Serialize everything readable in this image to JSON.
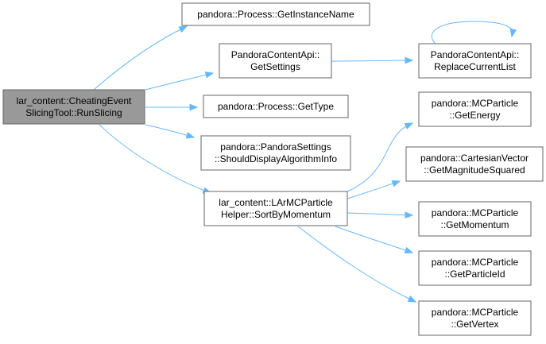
{
  "colors": {
    "edge": "#63b8ff",
    "node_border": "#666666",
    "root_fill": "#999999",
    "node_fill": "#ffffff"
  },
  "nodes": [
    {
      "id": "root",
      "lines": [
        "lar_content::CheatingEvent",
        "SlicingTool::RunSlicing"
      ],
      "root": true,
      "link": false
    },
    {
      "id": "getinstancename",
      "lines": [
        "pandora::Process::GetInstanceName"
      ],
      "link": true
    },
    {
      "id": "getsettings",
      "lines": [
        "PandoraContentApi::",
        "GetSettings"
      ],
      "link": true
    },
    {
      "id": "replacecurrentlist",
      "lines": [
        "PandoraContentApi::",
        "ReplaceCurrentList"
      ],
      "link": true
    },
    {
      "id": "gettype",
      "lines": [
        "pandora::Process::GetType"
      ],
      "link": true
    },
    {
      "id": "shoulddisplay",
      "lines": [
        "pandora::PandoraSettings",
        "::ShouldDisplayAlgorithmInfo"
      ],
      "link": true
    },
    {
      "id": "sortbymomentum",
      "lines": [
        "lar_content::LArMCParticle",
        "Helper::SortByMomentum"
      ],
      "link": true
    },
    {
      "id": "getenergy",
      "lines": [
        "pandora::MCParticle",
        "::GetEnergy"
      ],
      "link": true
    },
    {
      "id": "getmagsq",
      "lines": [
        "pandora::CartesianVector",
        "::GetMagnitudeSquared"
      ],
      "link": true
    },
    {
      "id": "getmomentum",
      "lines": [
        "pandora::MCParticle",
        "::GetMomentum"
      ],
      "link": true
    },
    {
      "id": "getparticleid",
      "lines": [
        "pandora::MCParticle",
        "::GetParticleId"
      ],
      "link": true
    },
    {
      "id": "getvertex",
      "lines": [
        "pandora::MCParticle",
        "::GetVertex"
      ],
      "link": true
    }
  ],
  "edges": [
    {
      "from": "root",
      "to": "getinstancename"
    },
    {
      "from": "root",
      "to": "getsettings"
    },
    {
      "from": "root",
      "to": "gettype"
    },
    {
      "from": "root",
      "to": "shoulddisplay"
    },
    {
      "from": "root",
      "to": "sortbymomentum"
    },
    {
      "from": "getsettings",
      "to": "replacecurrentlist"
    },
    {
      "from": "replacecurrentlist",
      "to": "replacecurrentlist"
    },
    {
      "from": "sortbymomentum",
      "to": "getenergy"
    },
    {
      "from": "sortbymomentum",
      "to": "getmagsq"
    },
    {
      "from": "sortbymomentum",
      "to": "getmomentum"
    },
    {
      "from": "sortbymomentum",
      "to": "getparticleid"
    },
    {
      "from": "sortbymomentum",
      "to": "getvertex"
    }
  ]
}
